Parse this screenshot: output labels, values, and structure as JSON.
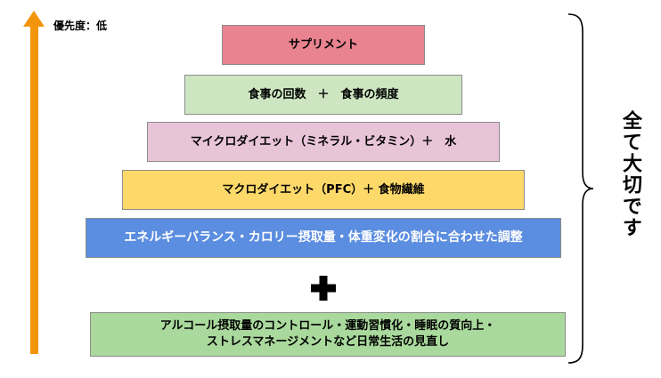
{
  "priority_label": "優先度：低",
  "side_label": "全て大切です",
  "colors": {
    "arrow": "#f3950a",
    "supplement": "#e8838f",
    "meal": "#cde6c1",
    "micro": "#e8c4d8",
    "macro": "#fdd96a",
    "energy": "#5b8de0",
    "lifestyle": "#a9d99c"
  },
  "tiers": [
    {
      "text": "サプリメント"
    },
    {
      "text": "食事の回数　＋　食事の頻度"
    },
    {
      "text": "マイクロダイエット（ミネラル・ビタミン）＋　水"
    },
    {
      "text": "マクロダイエット（PFC）＋ 食物繊維"
    },
    {
      "text": "エネルギーバランス・カロリー摂取量・体重変化の割合に合わせた調整"
    },
    {
      "text": "アルコール摂取量のコントロール・運動習慣化・睡眠の質向上・\nストレスマネージメントなど日常生活の見直し"
    }
  ],
  "icons": {
    "arrow": "up-arrow-icon",
    "plus": "plus-icon",
    "brace": "right-curly-brace-icon"
  }
}
